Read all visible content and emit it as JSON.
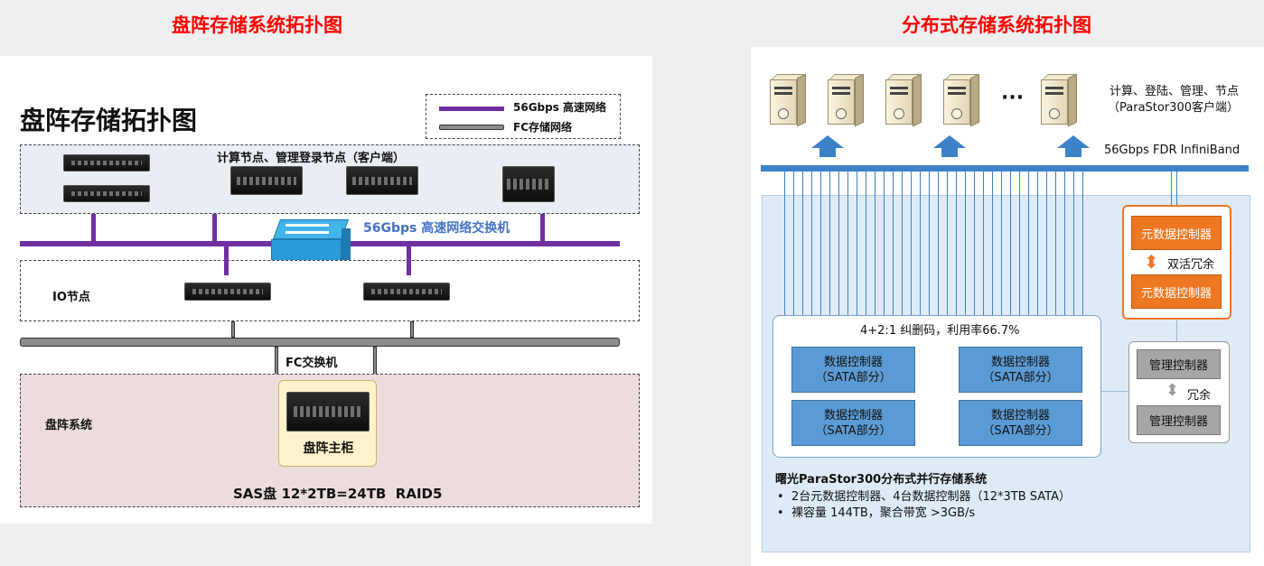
{
  "left": {
    "heading": "盘阵存储系统拓扑图",
    "title": "盘阵存储拓扑图",
    "legend": [
      {
        "label": "56Gbps 高速网络",
        "color": "#7030a0"
      },
      {
        "label": "FC存储网络",
        "color": "#8c8c8c"
      }
    ],
    "compute_label": "计算节点、管理登录节点（客户端）",
    "switch_label": "56Gbps 高速网络交换机",
    "io_label": "IO节点",
    "fc_switch_label": "FC交换机",
    "array_label": "盘阵系统",
    "cabinet_label": "盘阵主柜",
    "disk_spec": "SAS盘 12*2TB=24TB  RAID5"
  },
  "right": {
    "heading": "分布式存储系统拓扑图",
    "ellipsis": "···",
    "clients_line1": "计算、登陆、管理、节点",
    "clients_line2": "（ParaStor300客户端）",
    "network_label": "56Gbps FDR InfiniBand",
    "erasure_label": "4+2:1 纠删码，利用率66.7%",
    "data_controller_line1": "数据控制器",
    "data_controller_line2": "（SATA部分）",
    "meta_controller": "元数据控制器",
    "dual_active": "双活冗余",
    "mgmt_controller": "管理控制器",
    "redundant": "冗余",
    "system_title": "曙光ParaStor300分布式并行存储系统",
    "bullets": [
      "2台元数据控制器、4台数据控制器（12*3TB SATA）",
      "裸容量 144TB，聚合带宽 >3GB/s"
    ],
    "colors": {
      "heading": "#ff0000",
      "infiniband": "#3c82c8",
      "meta": "#ee7722",
      "data": "#5b9bd5",
      "mgmt": "#a6a6a6"
    }
  }
}
